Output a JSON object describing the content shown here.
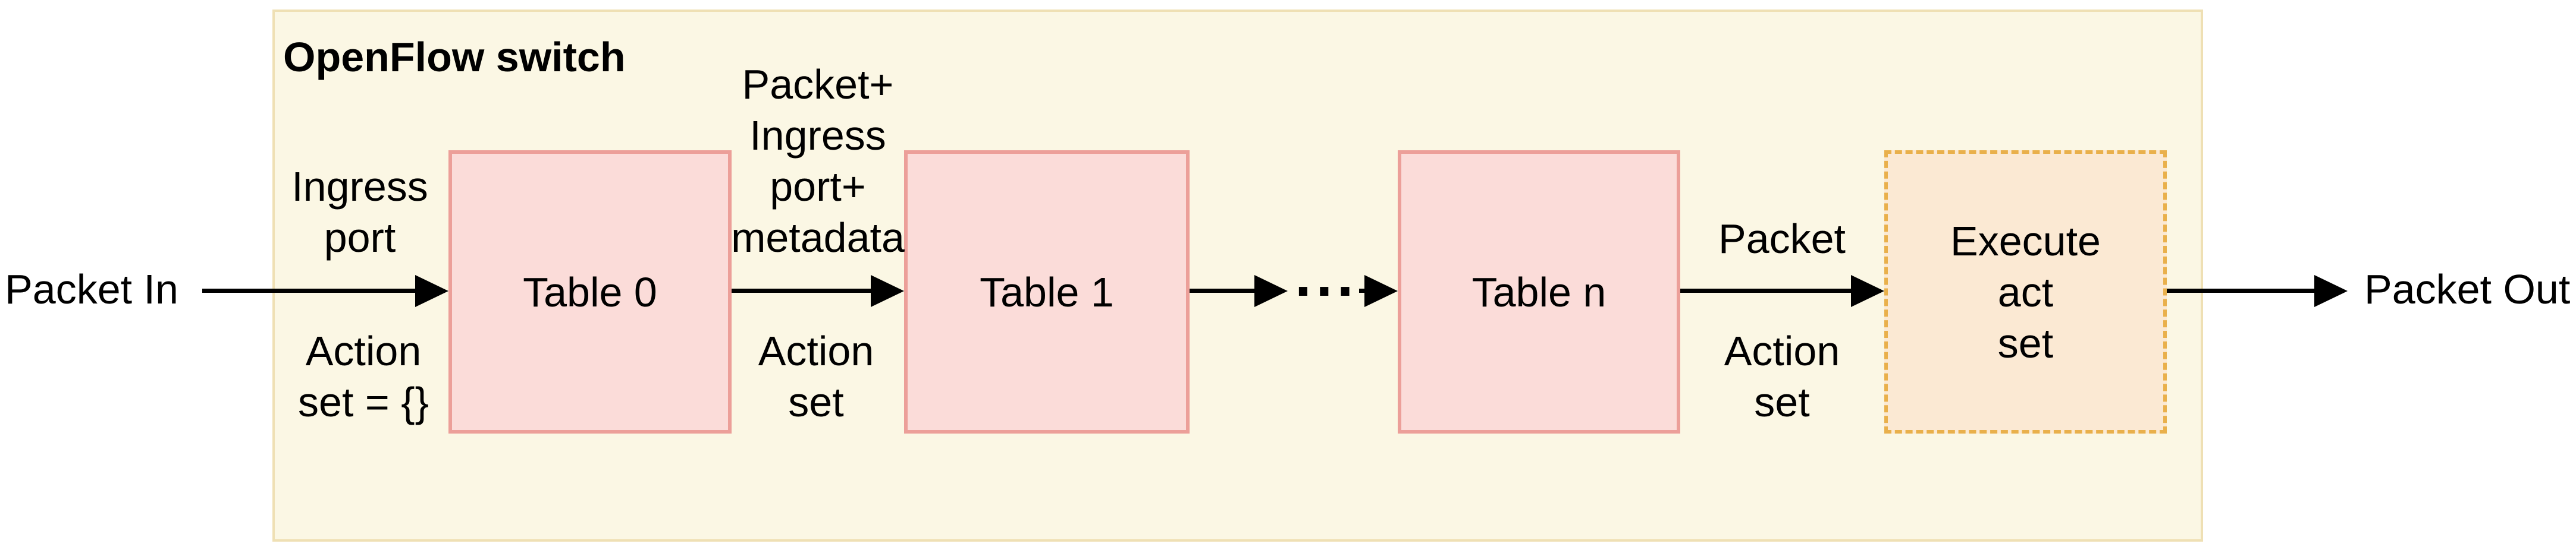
{
  "diagram": {
    "title": "OpenFlow switch",
    "packet_in": "Packet In",
    "packet_out": "Packet Out",
    "ellipsis": "···",
    "nodes": [
      {
        "label": "Table 0"
      },
      {
        "label": "Table 1"
      },
      {
        "label": "Table n"
      },
      {
        "label": "Execute\nact\nset"
      }
    ],
    "edge_labels": {
      "ingress_top": "Ingress\nport",
      "ingress_bottom": "Action\nset = {}",
      "t0_t1_top": "Packet+\nIngress\nport+\nmetadata",
      "t0_t1_bottom": "Action\nset",
      "tn_exec_top": "Packet",
      "tn_exec_bottom": "Action\nset"
    },
    "colors": {
      "switch_fill": "#FBF7E4",
      "switch_border": "#EFE0B4",
      "table_fill": "#FBDCD9",
      "table_border": "#EC9F99",
      "execute_fill": "#FBE9D3",
      "execute_border": "#E9B04B",
      "arrow": "#000000",
      "text": "#000000"
    }
  }
}
